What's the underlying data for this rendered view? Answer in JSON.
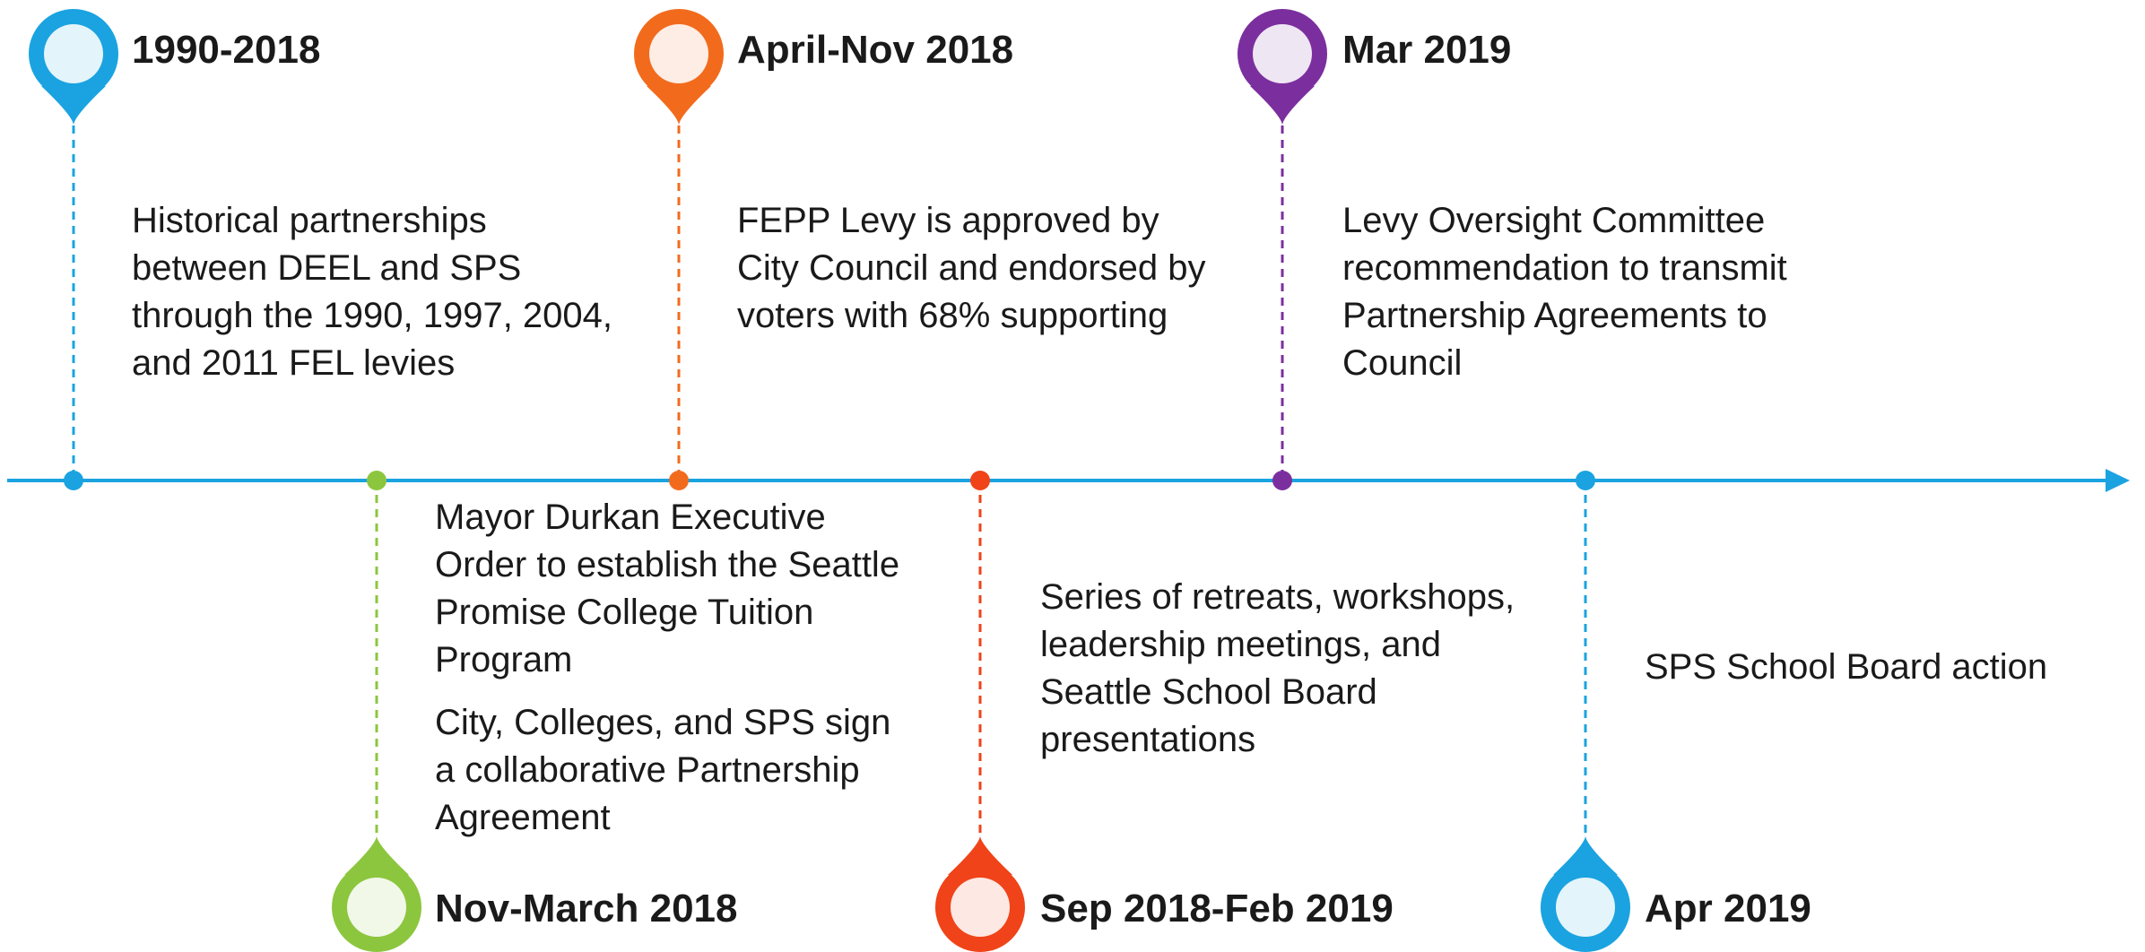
{
  "events": [
    {
      "id": "1990-2018",
      "date": "1990-2018",
      "color": "#1aa3e0",
      "side": "top",
      "description": [
        "Historical partnerships between DEEL and SPS through the 1990, 1997, 2004, and 2011 FEL levies"
      ]
    },
    {
      "id": "nov-march-2018",
      "date": "Nov-March 2018",
      "color": "#8cc63e",
      "side": "bottom",
      "description": [
        "Mayor Durkan Executive Order to establish the Seattle Promise College Tuition Program",
        "City, Colleges, and SPS sign a collaborative Partnership Agreement"
      ]
    },
    {
      "id": "april-nov-2018",
      "date": "April-Nov 2018",
      "color": "#f26b1d",
      "side": "top",
      "description": [
        "FEPP Levy is approved by City Council and endorsed by voters with 68% supporting"
      ]
    },
    {
      "id": "sep-2018-feb-2019",
      "date": "Sep 2018-Feb 2019",
      "color": "#f04319",
      "side": "bottom",
      "description": [
        "Series of retreats, workshops, leadership meetings, and Seattle School Board presentations"
      ]
    },
    {
      "id": "mar-2019",
      "date": "Mar 2019",
      "color": "#7b2f9e",
      "side": "top",
      "description": [
        "Levy Oversight Committee recommendation to transmit Partnership Agreements to Council"
      ]
    },
    {
      "id": "apr-2019",
      "date": "Apr 2019",
      "color": "#1aa3e0",
      "side": "bottom",
      "description": [
        "SPS School Board action"
      ]
    }
  ],
  "axis_color": "#1aa3e0"
}
